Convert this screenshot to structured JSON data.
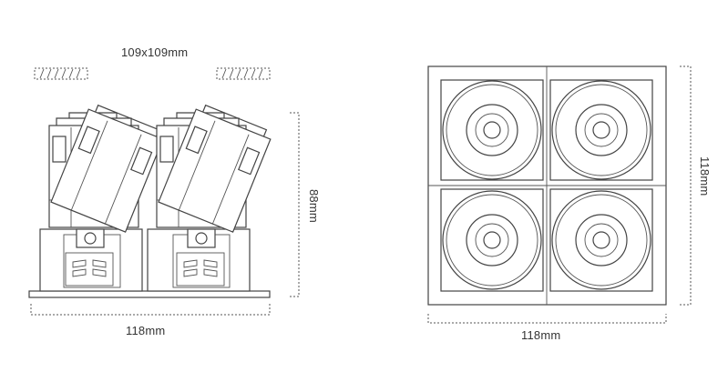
{
  "side_view": {
    "cutout_label": "109x109mm",
    "height_label": "88mm",
    "width_label": "118mm"
  },
  "top_view": {
    "height_label": "118mm",
    "width_label": "118mm"
  }
}
